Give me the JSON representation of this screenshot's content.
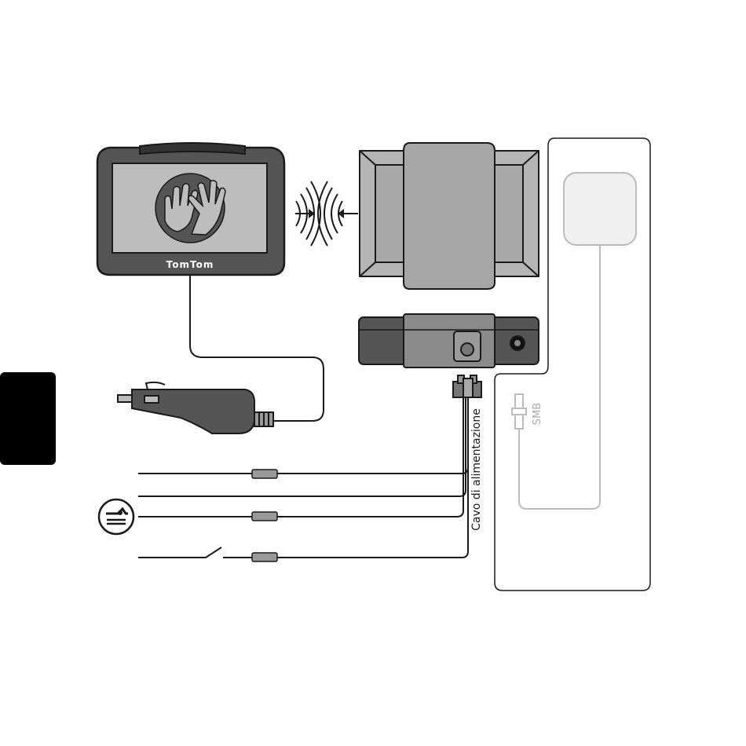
{
  "device": {
    "brand": "TomTom"
  },
  "labels": {
    "power_cable": "Cavo di alimentazione",
    "connector": "SMB"
  },
  "colors": {
    "outline": "#1a1a1a",
    "device_body": "#555555",
    "screen": "#bdbdbd",
    "mount_fill": "#b5b5b5",
    "antenna_line": "#bbbbbb",
    "side_tab": "#000000"
  }
}
